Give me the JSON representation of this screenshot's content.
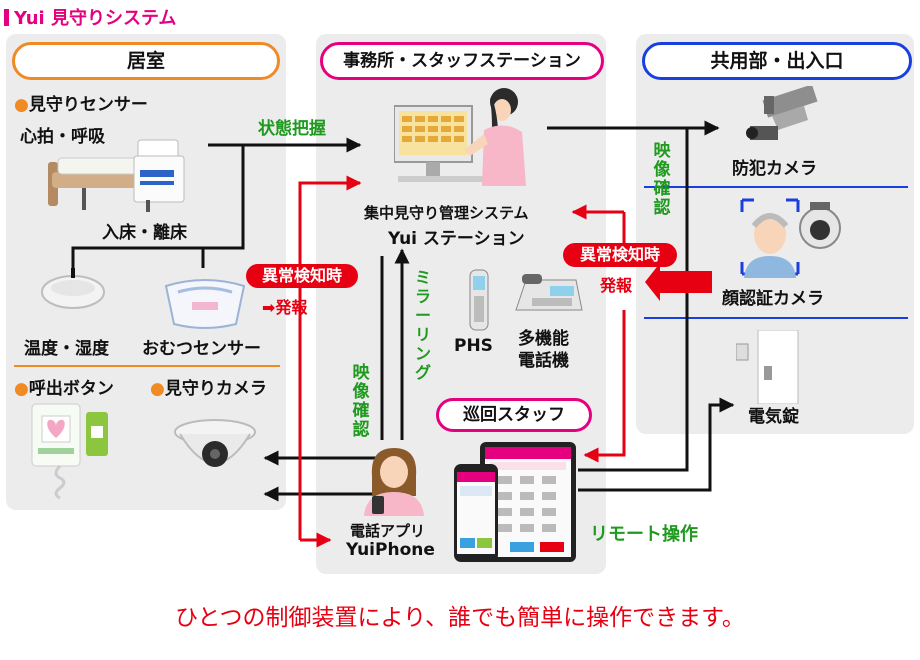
{
  "title": "Yui 見守りシステム",
  "rooms": {
    "kyoshitsu": "居室",
    "office": "事務所・スタッフステーション",
    "common": "共用部・出入口"
  },
  "devices": {
    "mimamori_sensor": "●見守りセンサー",
    "heart_breath": "心拍・呼吸",
    "bed": "入床・離床",
    "temp_humid": "温度・湿度",
    "diaper": "おむつセンサー",
    "call_button": "●呼出ボタン",
    "mimamori_camera": "●見守りカメラ",
    "station_line1": "集中見守り管理システム",
    "station_line2": "Yui ステーション",
    "phs": "PHS",
    "phone_line1": "多機能",
    "phone_line2": "電話機",
    "patrol_staff": "巡回スタッフ",
    "app_line1": "電話アプリ",
    "app_line2": "YuiPhone",
    "security_camera": "防犯カメラ",
    "face_camera": "顔認証カメラ",
    "electric_lock": "電気錠"
  },
  "flows": {
    "status": "状態把握",
    "alert_detect": "異常検知時",
    "alert_fire": "➡発報",
    "alert_fire_right": "発報",
    "mirroring": "ミラーリング",
    "video_check": "映像確認",
    "remote": "リモート操作"
  },
  "tagline": "ひとつの制御装置により、誰でも簡単に操作できます。",
  "colors": {
    "orange": "#f08a24",
    "magenta": "#e4007f",
    "blue": "#1a3fe0",
    "red": "#e60012",
    "green": "#1f9a1f"
  }
}
